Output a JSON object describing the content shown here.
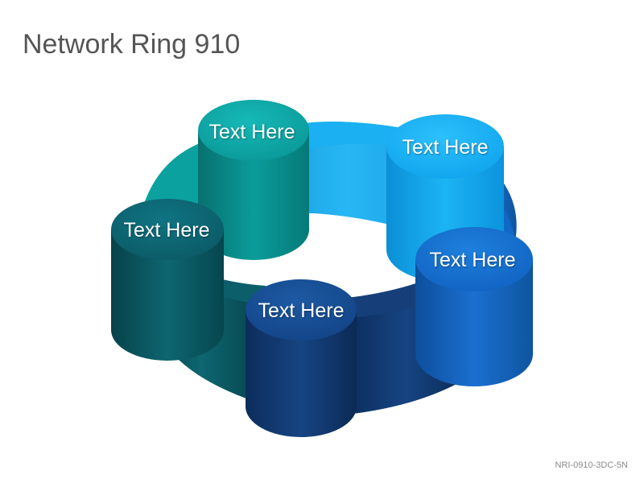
{
  "title": "Network Ring 910",
  "code": "NRI-0910-3DC-5N",
  "nodes": [
    {
      "label": "Text Here",
      "color": "#0aa0a3"
    },
    {
      "label": "Text Here",
      "color": "#12a8ee"
    },
    {
      "label": "Text Here",
      "color": "#1366c4"
    },
    {
      "label": "Text Here",
      "color": "#13437e"
    },
    {
      "label": "Text Here",
      "color": "#0b5a63"
    }
  ]
}
